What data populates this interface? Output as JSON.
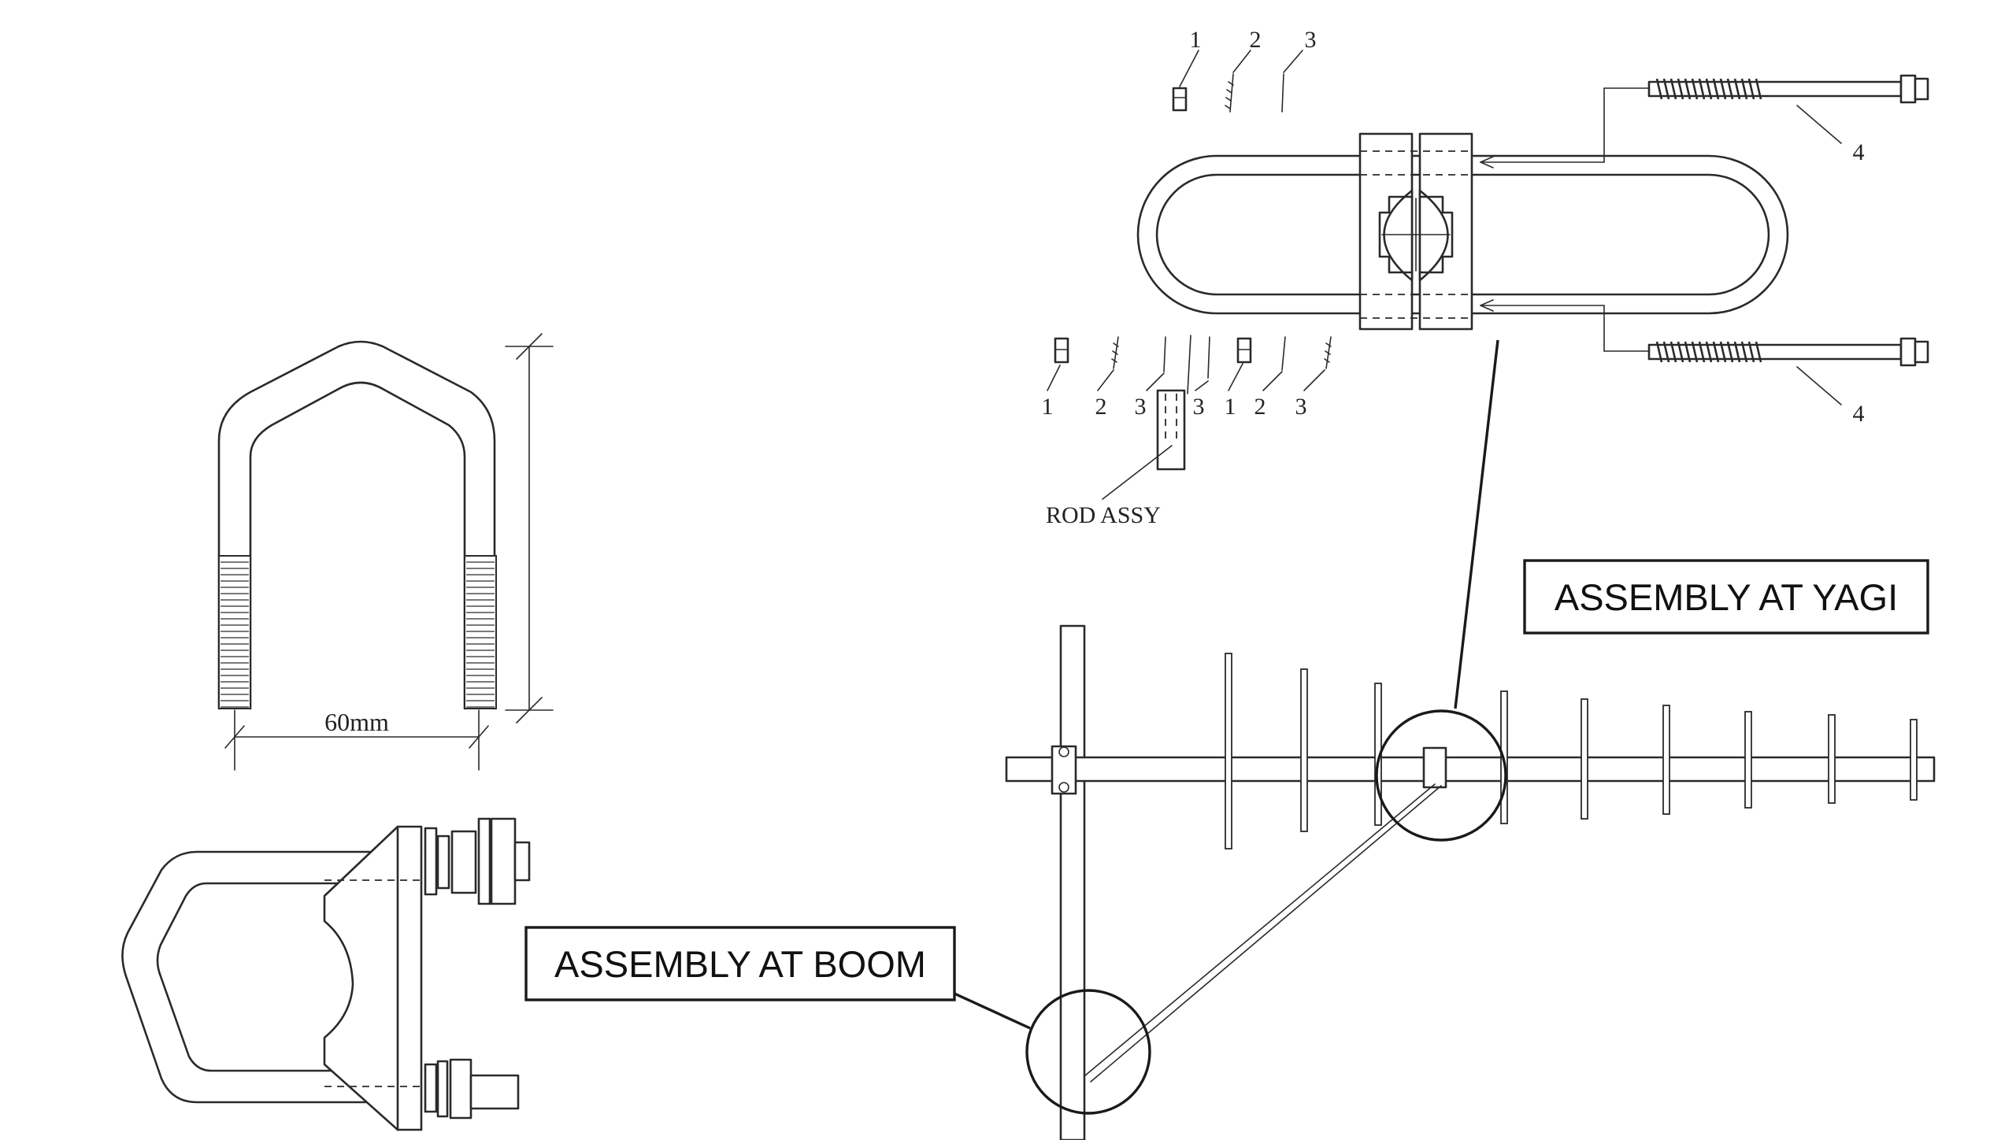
{
  "dimension": {
    "width_label": "60mm"
  },
  "callouts": {
    "yagi_label": "ASSEMBLY AT YAGI",
    "boom_label": "ASSEMBLY AT BOOM"
  },
  "parts": {
    "top_row": [
      "1",
      "2",
      "3"
    ],
    "bolt_label": "4",
    "bottom_row": [
      "1",
      "2",
      "3",
      "3",
      "1",
      "2",
      "3"
    ],
    "rod_label": "ROD ASSY"
  }
}
